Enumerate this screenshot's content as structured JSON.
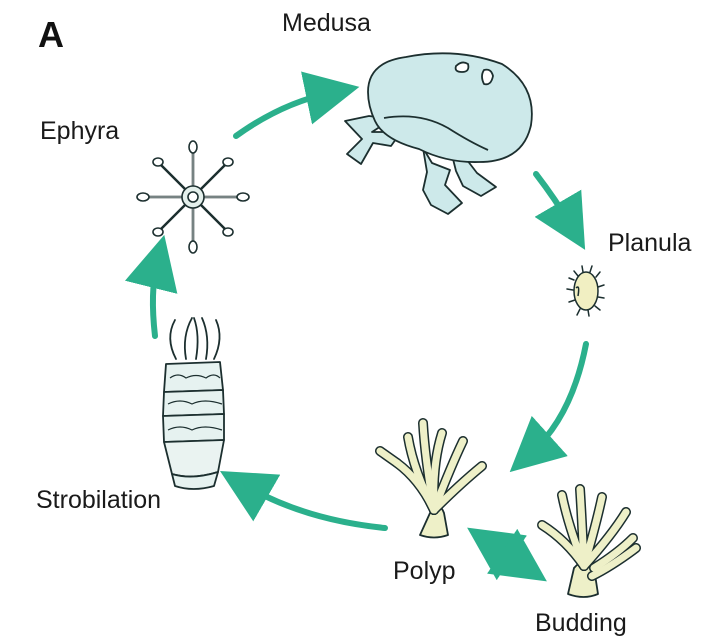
{
  "panel_letter": "A",
  "stages": {
    "medusa": "Medusa",
    "planula": "Planula",
    "polyp": "Polyp",
    "budding": "Budding",
    "strobilation": "Strobilation",
    "ephyra": "Ephyra"
  },
  "colors": {
    "arrow": "#2bb08c",
    "medusa_fill": "#cde9ea",
    "polyp_fill": "#eef0c8",
    "planula_fill": "#f1efc2",
    "outline": "#1c2f2f"
  }
}
